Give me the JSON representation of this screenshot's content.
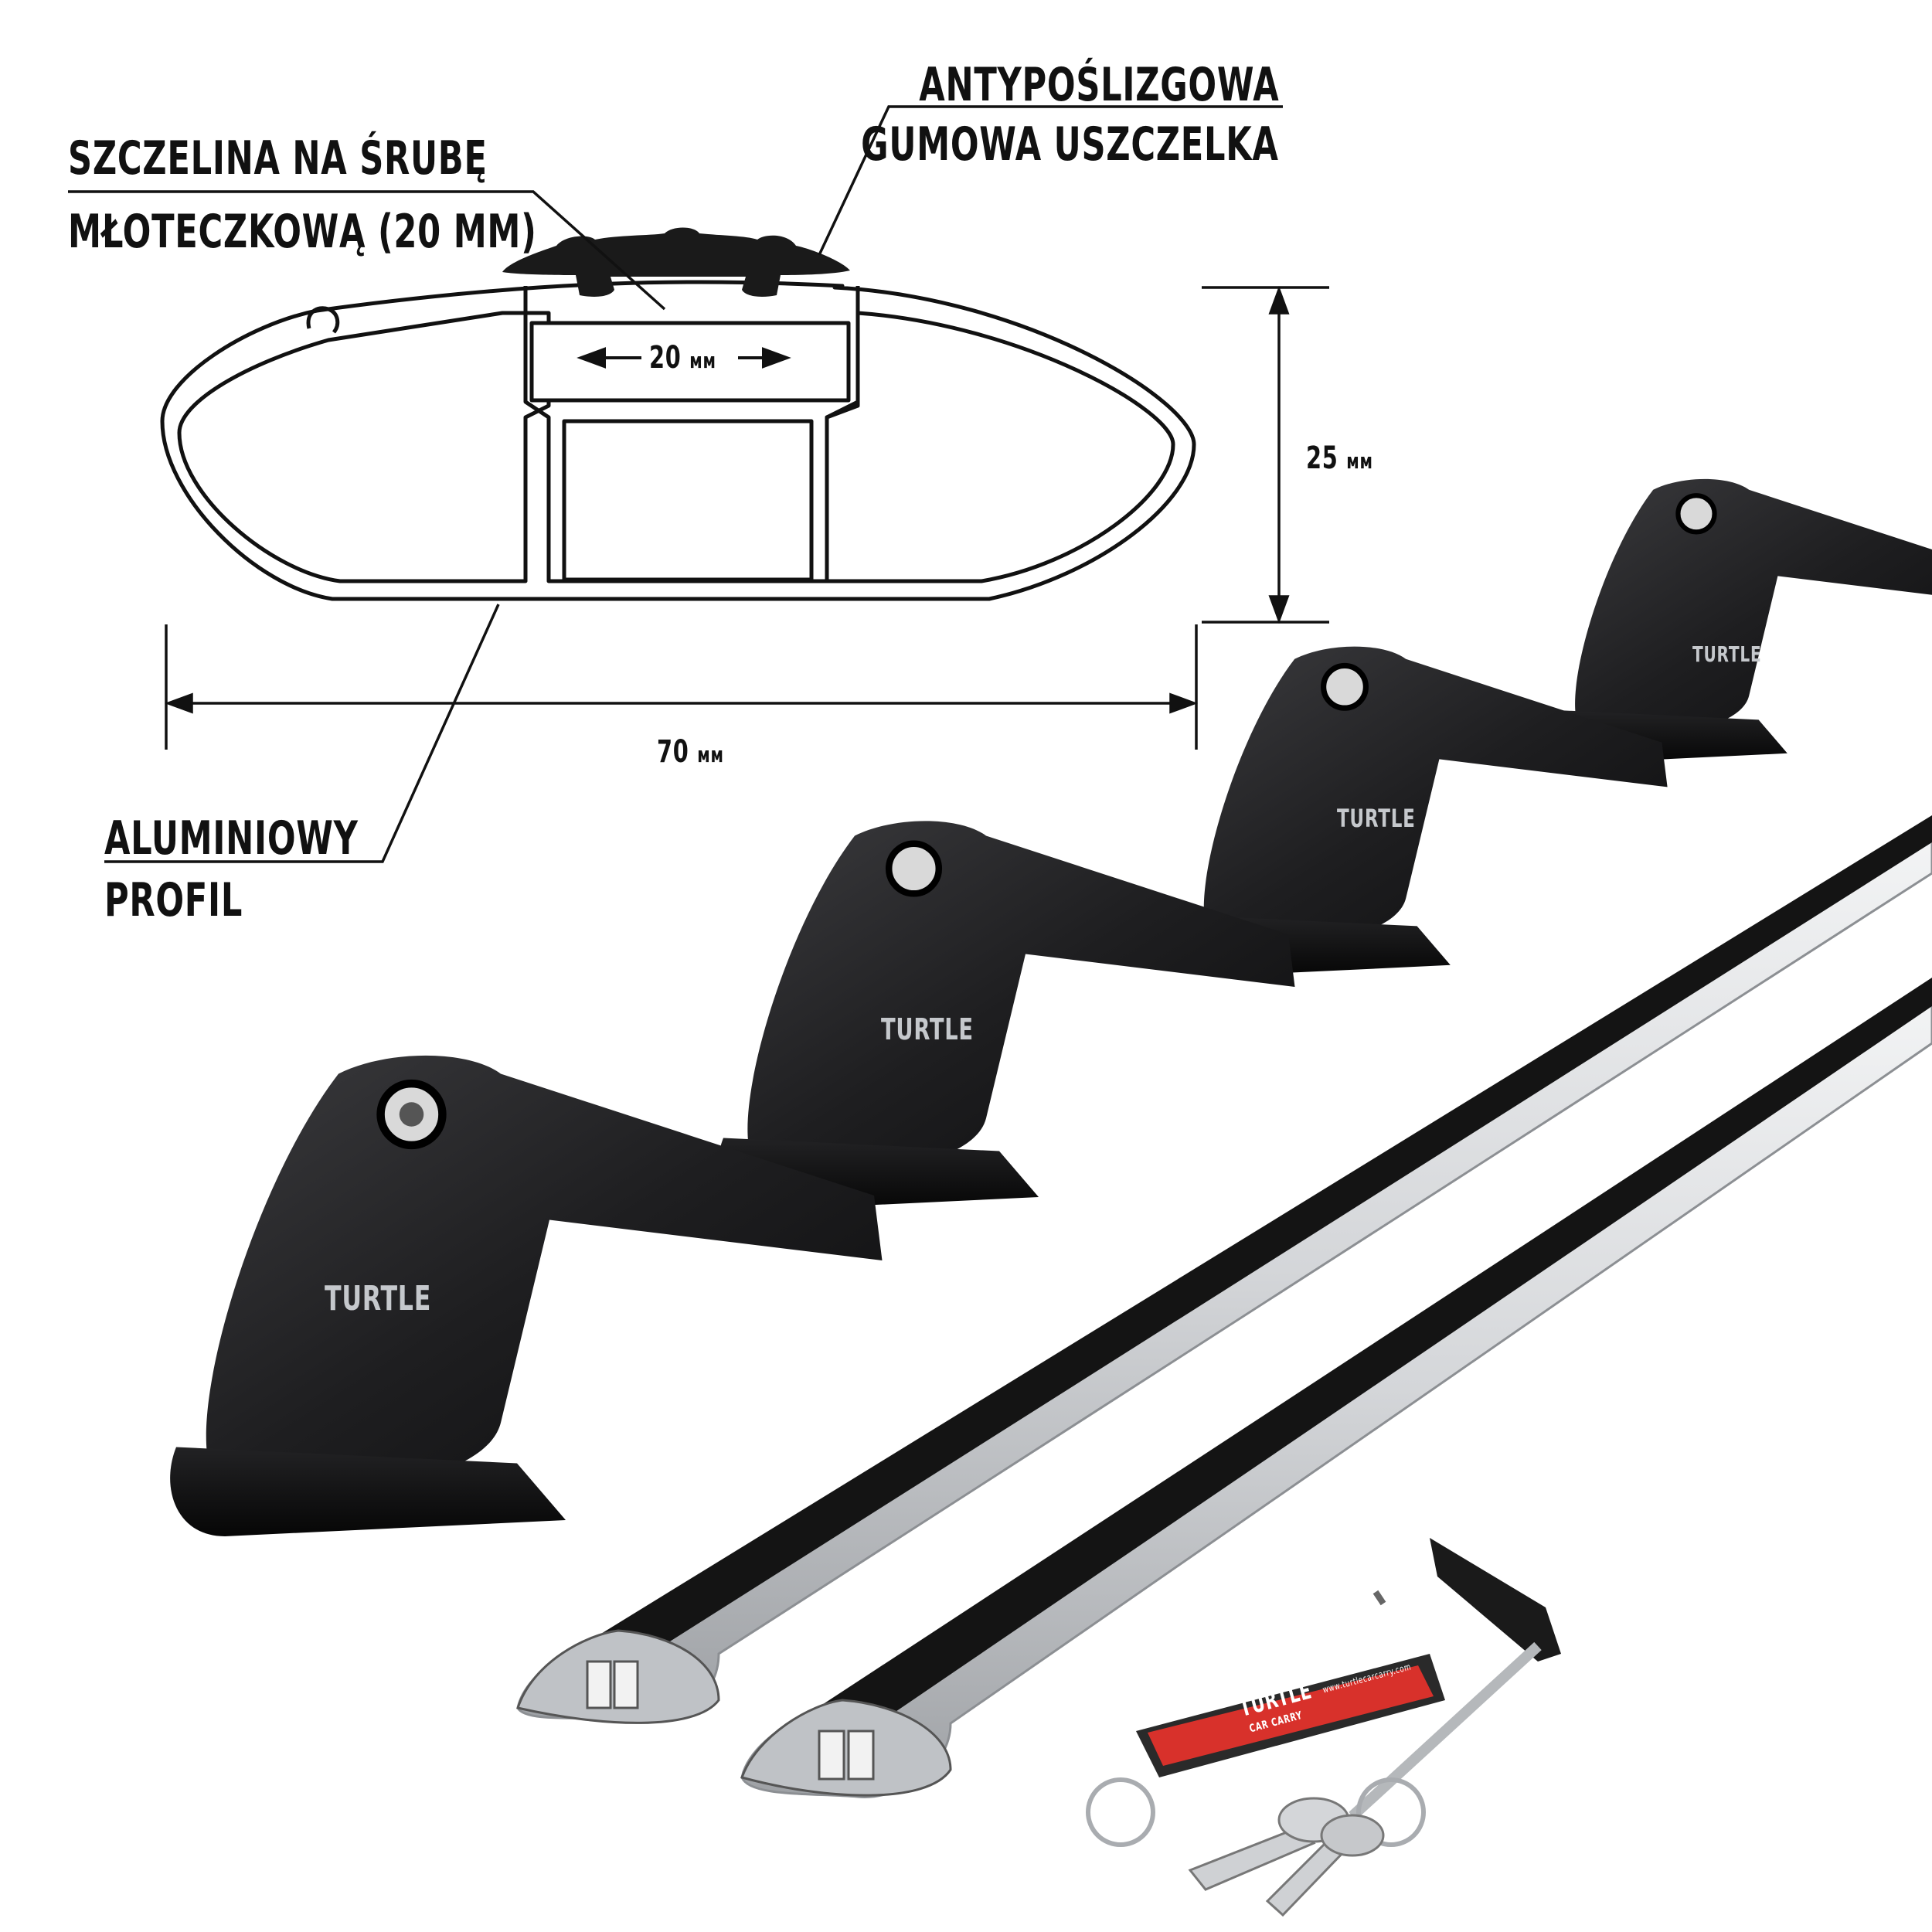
{
  "diagram": {
    "labels": {
      "seal_line1": "ANTYPOŚLIZGOWA",
      "seal_line2": "GUMOWA USZCZELKA",
      "slot_line1": "SZCZELINA NA ŚRUBĘ",
      "slot_line2": "MŁOTECZKOWĄ (20 MM)",
      "profile_line1": "ALUMINIOWY",
      "profile_line2": "PROFIL"
    },
    "dimensions": {
      "slot_width_value": "20",
      "slot_width_unit": "мм",
      "height_value": "25",
      "height_unit": "мм",
      "width_value": "70",
      "width_unit": "мм"
    }
  },
  "product": {
    "brand": "TURTLE",
    "keytag_brand": "TURTLE",
    "keytag_sub": "CAR CARRY",
    "keytag_url": "www.turtlecarcarry.com",
    "colors": {
      "foot": "#1c1c1e",
      "bar": "#d7d9dc",
      "rubber": "#141414",
      "tag": "#d8312b"
    }
  }
}
